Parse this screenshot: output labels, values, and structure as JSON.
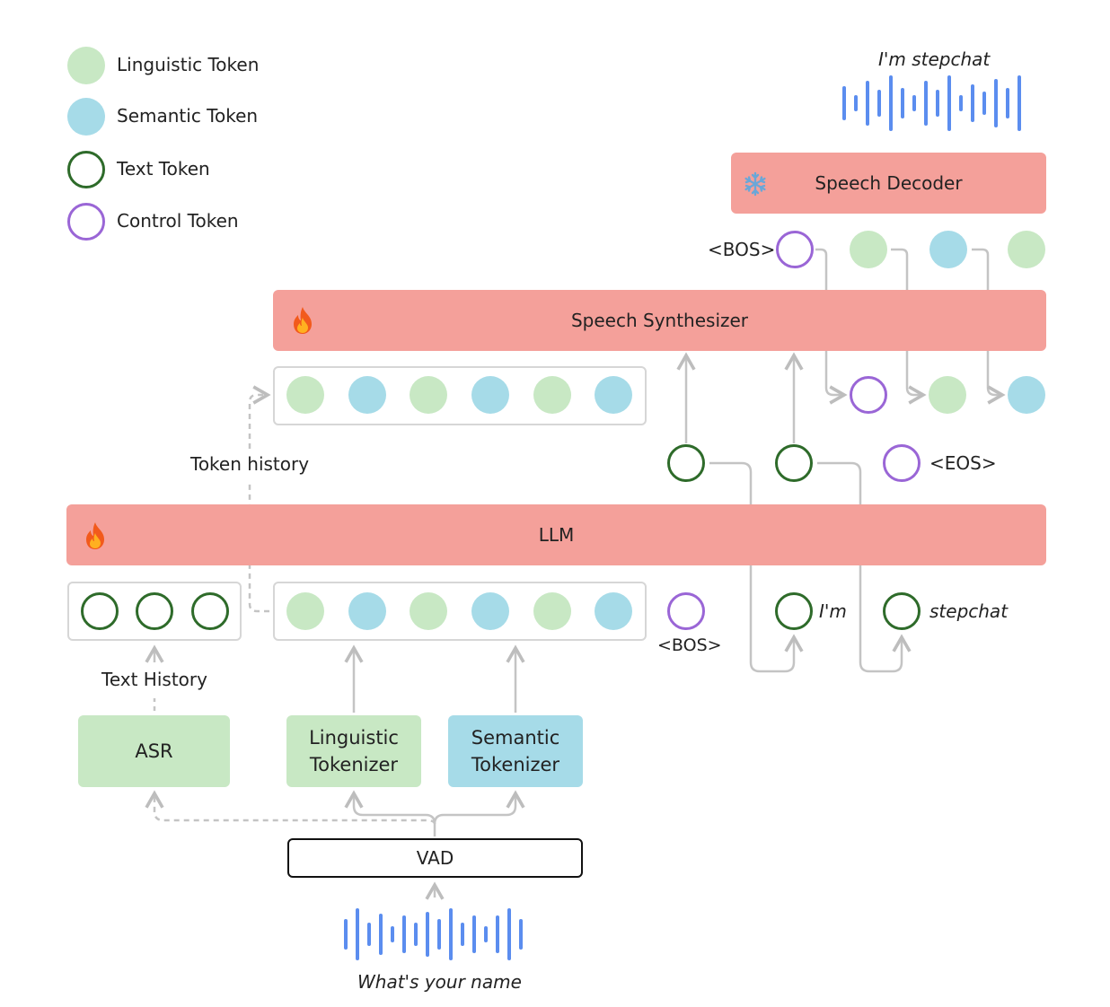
{
  "legend": {
    "linguistic": "Linguistic Token",
    "semantic": "Semantic Token",
    "text": "Text Token",
    "control": "Control Token"
  },
  "output_audio_caption": "I'm stepchat",
  "input_audio_caption": "What's your name",
  "speech_decoder": "Speech Decoder",
  "speech_synthesizer": "Speech Synthesizer",
  "llm": "LLM",
  "token_history": "Token history",
  "text_history": "Text History",
  "asr": "ASR",
  "linguistic_tokenizer_line1": "Linguistic",
  "linguistic_tokenizer_line2": "Tokenizer",
  "semantic_tokenizer_line1": "Semantic",
  "semantic_tokenizer_line2": "Tokenizer",
  "vad": "VAD",
  "bos_top": "<BOS>",
  "eos": "<EOS>",
  "bos_llm": "<BOS>",
  "word_im": "I'm",
  "word_stepchat": "stepchat",
  "colors": {
    "linguistic": "#c8e8c4",
    "semantic": "#a6dbe8",
    "text_ring": "#2e6b2a",
    "control_ring": "#9a66d6",
    "model_bar": "#f4a09a",
    "waveform": "#5b8def",
    "arrow": "#c4c4c4"
  },
  "icons": {
    "snowflake": "snowflake-icon",
    "fire": "fire-icon"
  }
}
